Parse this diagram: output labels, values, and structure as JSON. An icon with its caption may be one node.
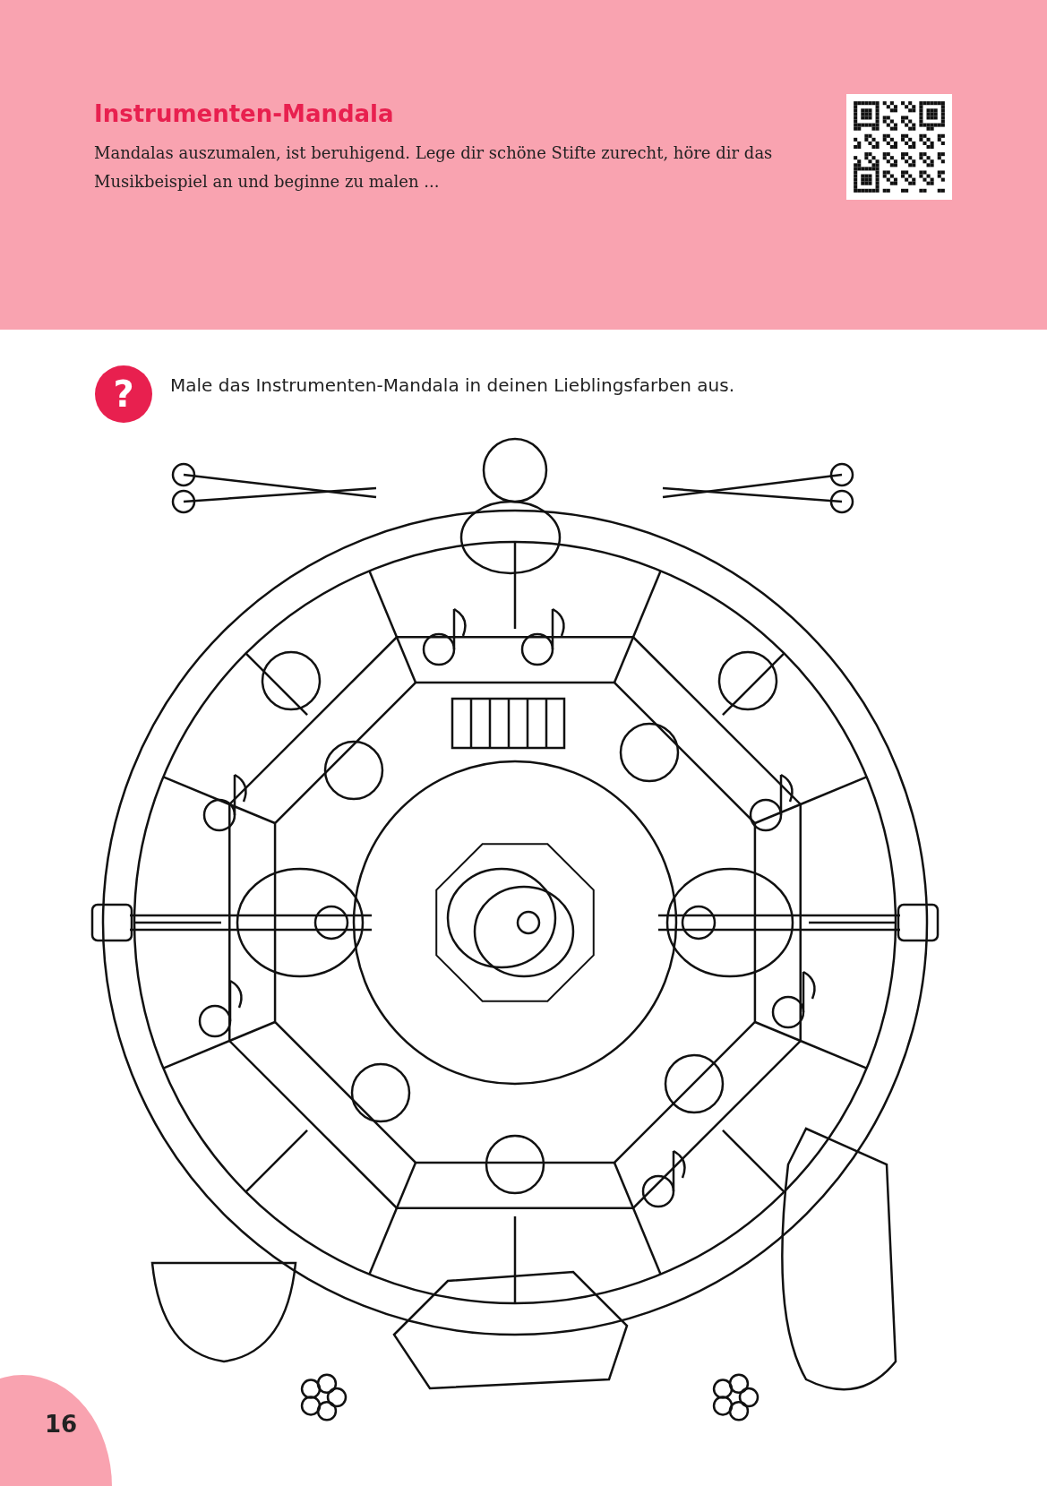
{
  "diagram": {
    "title": "Instrumenten-Mandala",
    "nodes": [
      {
        "text": [
          "?"
        ]
      },
      {
        "text": [
          "16"
        ]
      }
    ],
    "labels": [
      "Mandalas auszumalen, ist beruhigend. Lege dir schöne Stifte zurecht, höre dir das Musikbeispiel an und beginne zu malen ...",
      "Male das Instrumenten-Mandala in deinen Lieblingsfarben aus."
    ]
  }
}
